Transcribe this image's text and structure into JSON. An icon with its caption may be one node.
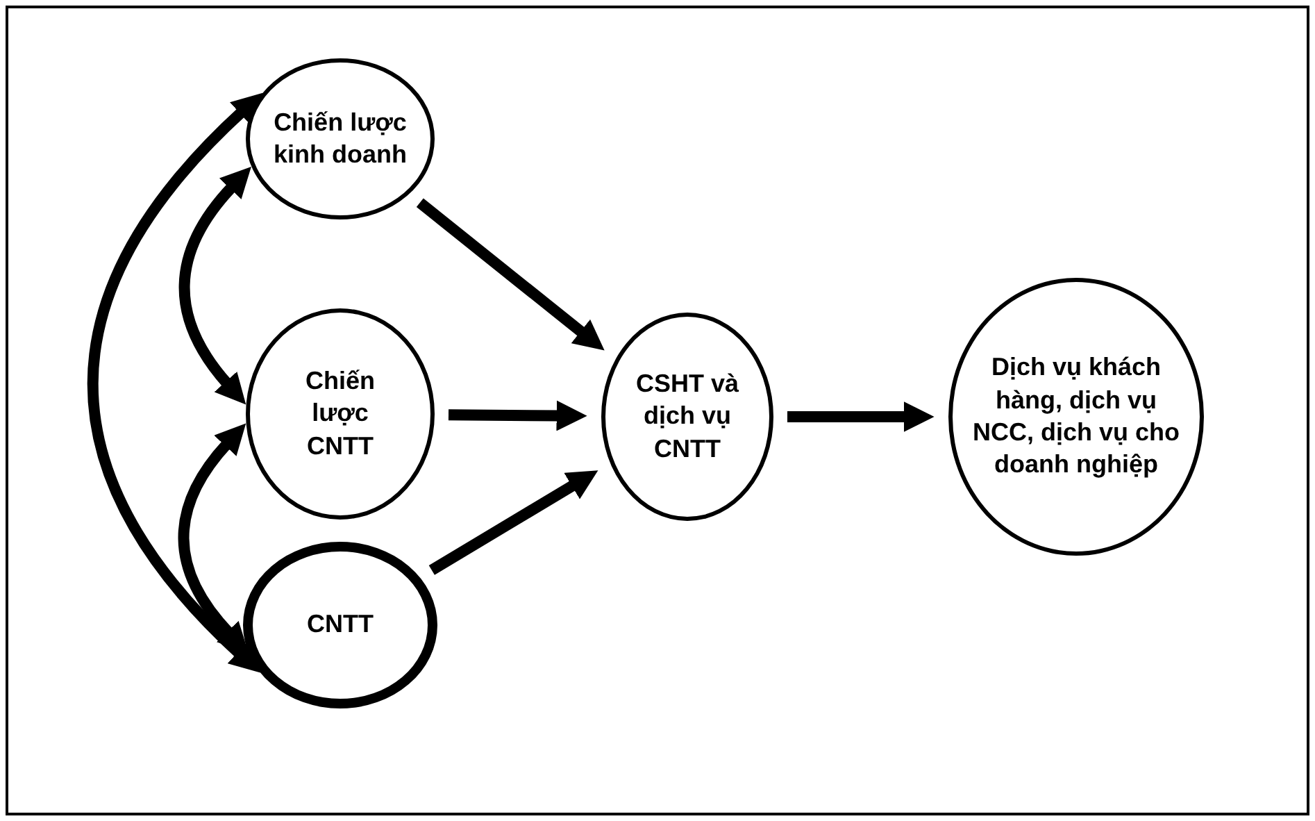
{
  "diagram": {
    "nodes": [
      {
        "text": [
          "Chiến lược kinh doanh"
        ]
      },
      {
        "text": [
          "Chiến lược CNTT"
        ]
      },
      {
        "text": [
          "CNTT"
        ]
      },
      {
        "text": [
          "CSHT và dịch vụ CNTT"
        ]
      },
      {
        "text": [
          "Dịch vụ khách hàng, dịch vụ NCC, dịch vụ cho doanh nghiệp"
        ]
      }
    ],
    "edges": [
      {
        "from": 0,
        "to": 3,
        "arrow": "to"
      },
      {
        "from": 1,
        "to": 3,
        "arrow": "to"
      },
      {
        "from": 2,
        "to": 3,
        "arrow": "to"
      },
      {
        "from": 3,
        "to": 4,
        "arrow": "to"
      },
      {
        "from": 0,
        "to": 1,
        "arrow": "both"
      },
      {
        "from": 1,
        "to": 2,
        "arrow": "both"
      },
      {
        "from": 0,
        "to": 2,
        "arrow": "both"
      }
    ]
  }
}
